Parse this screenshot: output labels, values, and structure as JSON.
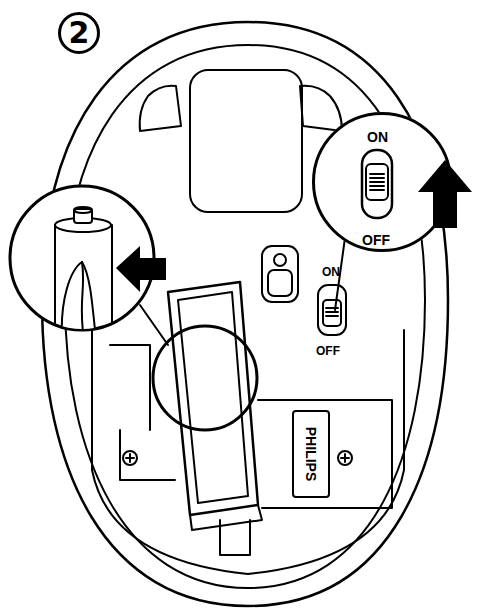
{
  "diagram": {
    "nodes": [
      {
        "text": [
          "2"
        ]
      },
      {
        "text": [
          "ON",
          "OFF"
        ]
      },
      {
        "text": [
          "PHILIPS"
        ]
      }
    ],
    "labels": [
      "ON",
      "OFF"
    ]
  }
}
